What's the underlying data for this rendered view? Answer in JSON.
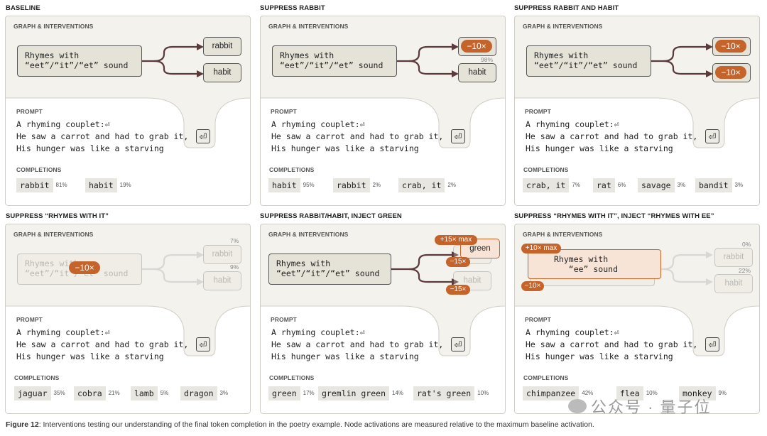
{
  "prompt_lines": [
    "A rhyming couplet:⏎",
    "He saw a carrot and had to grab it,",
    "His hunger was like a starving"
  ],
  "labels": {
    "graph": "GRAPH & INTERVENTIONS",
    "prompt": "PROMPT",
    "completions": "COMPLETIONS"
  },
  "node_text": {
    "rhymes_it": "Rhymes with\n“eet”/“it”/“et” sound",
    "rhymes_ee": "Rhymes with\n   “ee” sound"
  },
  "panels": [
    {
      "title": "BASELINE",
      "top_node": "rabbit",
      "bottom_node": "habit",
      "completions": [
        {
          "token": "rabbit",
          "pct": "81%"
        },
        {
          "token": "habit",
          "pct": "19%"
        }
      ]
    },
    {
      "title": "SUPPRESS RABBIT",
      "top_pill": "−10×",
      "top_pct": "98%",
      "bottom_node": "habit",
      "completions": [
        {
          "token": "habit",
          "pct": "95%"
        },
        {
          "token": "rabbit",
          "pct": "2%"
        },
        {
          "token": "crab, it",
          "pct": "2%"
        }
      ]
    },
    {
      "title": "SUPPRESS RABBIT AND HABIT",
      "top_pill": "−10×",
      "bottom_pill": "−10×",
      "completions": [
        {
          "token": "crab, it",
          "pct": "7%"
        },
        {
          "token": "rat",
          "pct": "6%"
        },
        {
          "token": "savage",
          "pct": "3%"
        },
        {
          "token": "bandit",
          "pct": "3%"
        }
      ]
    },
    {
      "title": "SUPPRESS “RHYMES WITH IT”",
      "main_pill": "−10×",
      "top_node": "rabbit",
      "bottom_node": "habit",
      "top_pct": "7%",
      "bottom_pct": "9%",
      "completions": [
        {
          "token": "jaguar",
          "pct": "35%"
        },
        {
          "token": "cobra",
          "pct": "21%"
        },
        {
          "token": "lamb",
          "pct": "5%"
        },
        {
          "token": "dragon",
          "pct": "3%"
        }
      ]
    },
    {
      "title": "SUPPRESS RABBIT/HABIT, INJECT GREEN",
      "inject_pill": "+15× max",
      "green_node": "green",
      "pill_a": "−15×",
      "pill_b": "−15×",
      "bottom_node": "habit",
      "completions": [
        {
          "token": "green",
          "pct": "17%"
        },
        {
          "token": "gremlin green",
          "pct": "14%"
        },
        {
          "token": "rat's green",
          "pct": "10%"
        }
      ]
    },
    {
      "title": "SUPPRESS “RHYMES WITH IT”, INJECT “RHYMES WITH EE”",
      "inject_pill": "+10× max",
      "suppress_pill": "−10×",
      "top_node": "rabbit",
      "bottom_node": "habit",
      "top_pct": "0%",
      "bottom_pct": "22%",
      "completions": [
        {
          "token": "chimpanzee",
          "pct": "42%"
        },
        {
          "token": "flea",
          "pct": "10%"
        },
        {
          "token": "monkey",
          "pct": "9%"
        }
      ]
    }
  ],
  "caption": {
    "label": "Figure 12",
    "text": ": Interventions testing our understanding of the final token completion in the poetry example. Node activations are measured relative to the maximum baseline activation."
  },
  "watermark": "公众号 · 量子位"
}
